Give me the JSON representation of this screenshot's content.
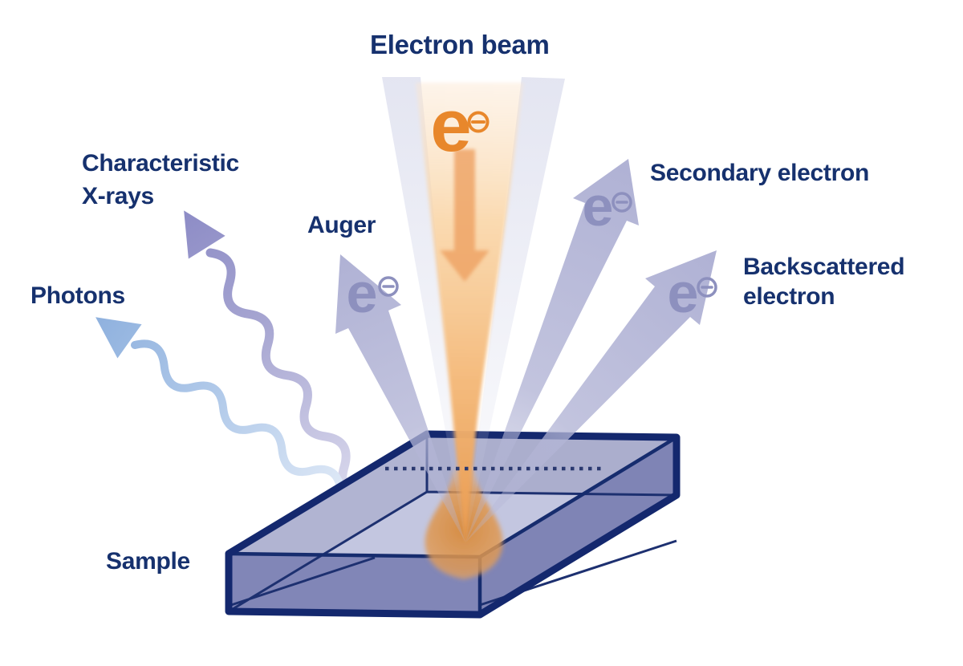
{
  "diagram": {
    "title": "Electron beam",
    "electron_symbol": "e",
    "labels": {
      "characteristic_line1": "Characteristic",
      "characteristic_line2": "X-rays",
      "photons": "Photons",
      "auger": "Auger",
      "secondary": "Secondary electron",
      "backscattered_line1": "Backscattered",
      "backscattered_line2": "electron",
      "sample": "Sample"
    },
    "colors": {
      "label_navy": "#16316e",
      "beam_orange": "#e8872b",
      "interaction_volume_orange": "#d78a3c",
      "arrow_purple": "#b2b4d6",
      "electron_symbol_purple": "#8d90be",
      "xray_wave_purple": "#8d8cc6",
      "photon_wave_blue": "#8fb1de",
      "box_outline_navy": "#14286e",
      "box_top_face": "#c0c3de",
      "box_front_face": "#8186b7"
    }
  }
}
